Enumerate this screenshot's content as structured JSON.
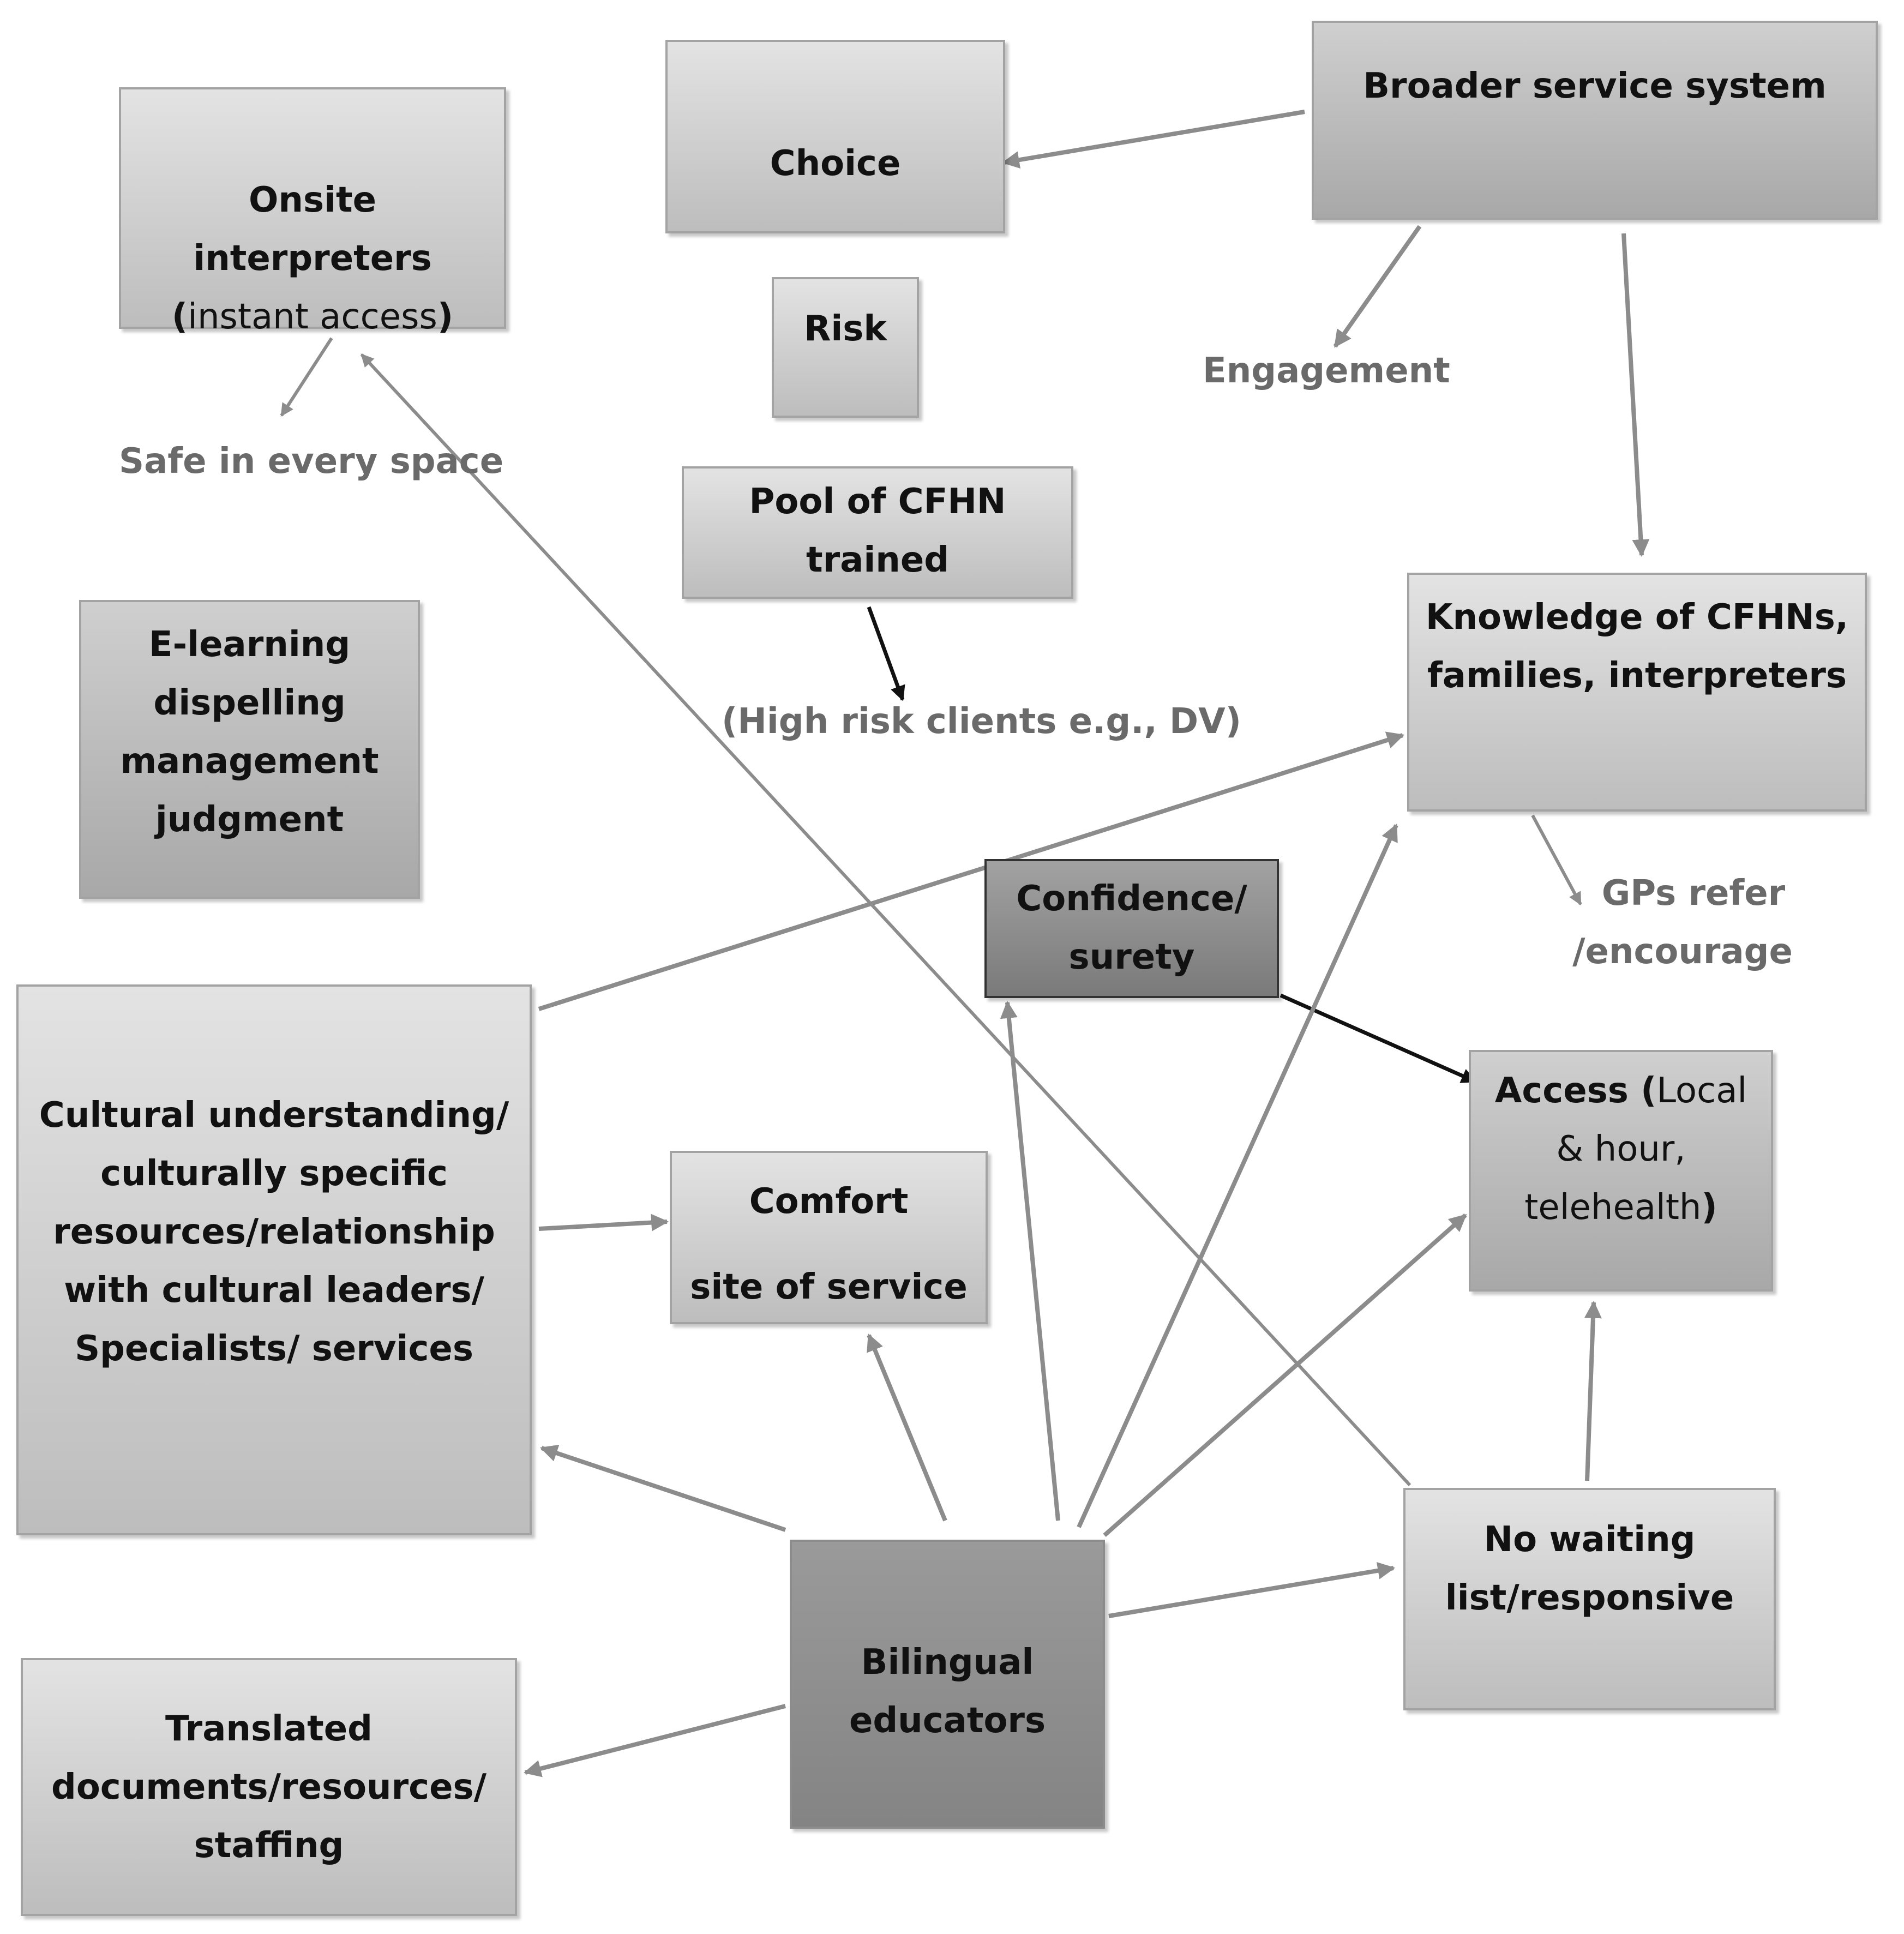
{
  "diagram": {
    "nodes": {
      "onsite_interpreters": {
        "line1": "Onsite",
        "line2": "interpreters",
        "paren_open": "(",
        "paren_text": "instant access",
        "paren_close": ")"
      },
      "choice": {
        "label": "Choice"
      },
      "broader_service_system": {
        "label": "Broader service system"
      },
      "risk": {
        "label": "Risk"
      },
      "pool_cfhn": {
        "line1": "Pool of CFHN",
        "line2": "trained"
      },
      "knowledge": {
        "line1": "Knowledge of CFHNs,",
        "line2": "families, interpreters"
      },
      "elearning": {
        "line1": "E-learning",
        "line2": "dispelling",
        "line3": "management",
        "line4": "judgment"
      },
      "confidence": {
        "line1": "Confidence/",
        "line2": "surety"
      },
      "cultural": {
        "line1": "Cultural understanding/",
        "line2": "culturally specific",
        "line3": "resources/relationship",
        "line4": "with cultural leaders/",
        "line5": "Specialists/ services"
      },
      "comfort": {
        "line1": "Comfort",
        "line2": "site of service"
      },
      "access": {
        "bold": "Access",
        "paren_open": " (",
        "line1_rest": "Local",
        "line2": "& hour,",
        "line3": "telehealth",
        "paren_close": ")"
      },
      "no_waiting": {
        "line1": "No waiting",
        "line2": "list/responsive"
      },
      "bilingual": {
        "line1": "Bilingual",
        "line2": "educators"
      },
      "translated": {
        "line1": "Translated",
        "line2": "documents/resources/",
        "line3": "staffing"
      }
    },
    "labels": {
      "safe": "Safe in every space",
      "engagement": "Engagement",
      "high_risk": "(High risk clients e.g., DV)",
      "gps_line1": "GPs refer",
      "gps_line2": "/encourage"
    },
    "colors": {
      "arrow_gray": "#8c8c8c",
      "arrow_black": "#111111",
      "label_gray": "#6a6a6a"
    }
  }
}
